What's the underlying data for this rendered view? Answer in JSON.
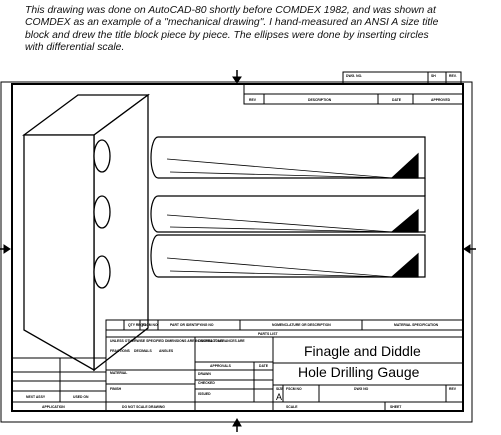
{
  "caption": {
    "line1": "This drawing was done on AutoCAD-80 shortly before COMDEX 1982, and was shown at",
    "line2": "COMDEX as an example of a \"mechanical drawing\".  I hand-measured an ANSI A size title",
    "line3": "block and drew the title block piece by piece.  The ellipses were done by inserting circles",
    "line4": "with differential scale."
  },
  "top_block": {
    "dwg_no": "DWG. NO.",
    "sh": "SH",
    "rev": "REV."
  },
  "revisions": {
    "rev": "REV",
    "description": "DESCRIPTION",
    "date": "DATE",
    "approved": "APPROVED"
  },
  "parts_list": {
    "qty_reqd": "QTY REQD",
    "fscm": "FSCM NO",
    "part_no": "PART OR IDENTIFYING NO",
    "nomenclature": "NOMENCLATURE OR DESCRIPTION",
    "material": "MATERIAL SPECIFICATION",
    "title": "PARTS LIST"
  },
  "title_block": {
    "notes": "UNLESS OTHERWISE SPECIFIED DIMENSIONS ARE IN INCHES TOLERANCES ARE",
    "fractions": "FRACTIONS",
    "decimals": "DECIMALS",
    "angles": "ANGLES",
    "material": "MATERIAL",
    "finish": "FINISH",
    "contract_no": "CONTRACT NO.",
    "approvals": "APPROVALS",
    "date": "DATE",
    "drawn": "DRAWN",
    "checked": "CHECKED",
    "issued": "ISSUED",
    "next_assy": "NEXT ASSY",
    "used_on": "USED ON",
    "application": "APPLICATION",
    "do_not_scale": "DO NOT SCALE DRAWING",
    "title_line1": "Finagle and Diddle",
    "title_line2": "Hole Drilling Gauge",
    "size": "SIZE",
    "size_value": "A",
    "fscm_no": "FSCM NO",
    "dwg_no": "DWG NO",
    "rev": "REV",
    "scale": "SCALE",
    "sheet": "SHEET"
  },
  "colors": {
    "line": "#000000",
    "background": "#ffffff"
  }
}
